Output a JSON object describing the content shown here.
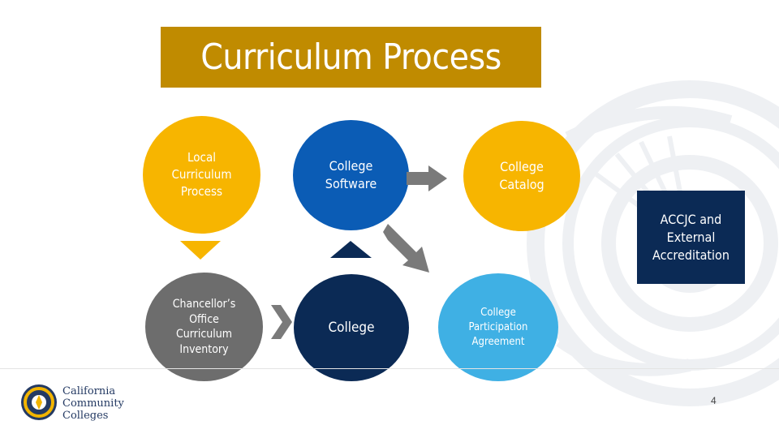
{
  "title": "Curriculum Process",
  "nodes": {
    "local": "Local\nCurriculum\nProcess",
    "software": "College\nSoftware",
    "catalog": "College\nCatalog",
    "inventory": "Chancellor’s\nOffice\nCurriculum\nInventory",
    "college": "College",
    "participation": "College\nParticipation\nAgreement",
    "accjc": "ACCJC and\nExternal\nAccreditation"
  },
  "logo": {
    "line1": "California",
    "line2": "Community",
    "line3": "Colleges"
  },
  "page_number": "4",
  "colors": {
    "title_bg": "#c08b00",
    "gold": "#f7b500",
    "blue": "#0b5cb5",
    "navy": "#0b2a55",
    "gray": "#6d6d6d",
    "light_blue": "#3fb0e4"
  }
}
